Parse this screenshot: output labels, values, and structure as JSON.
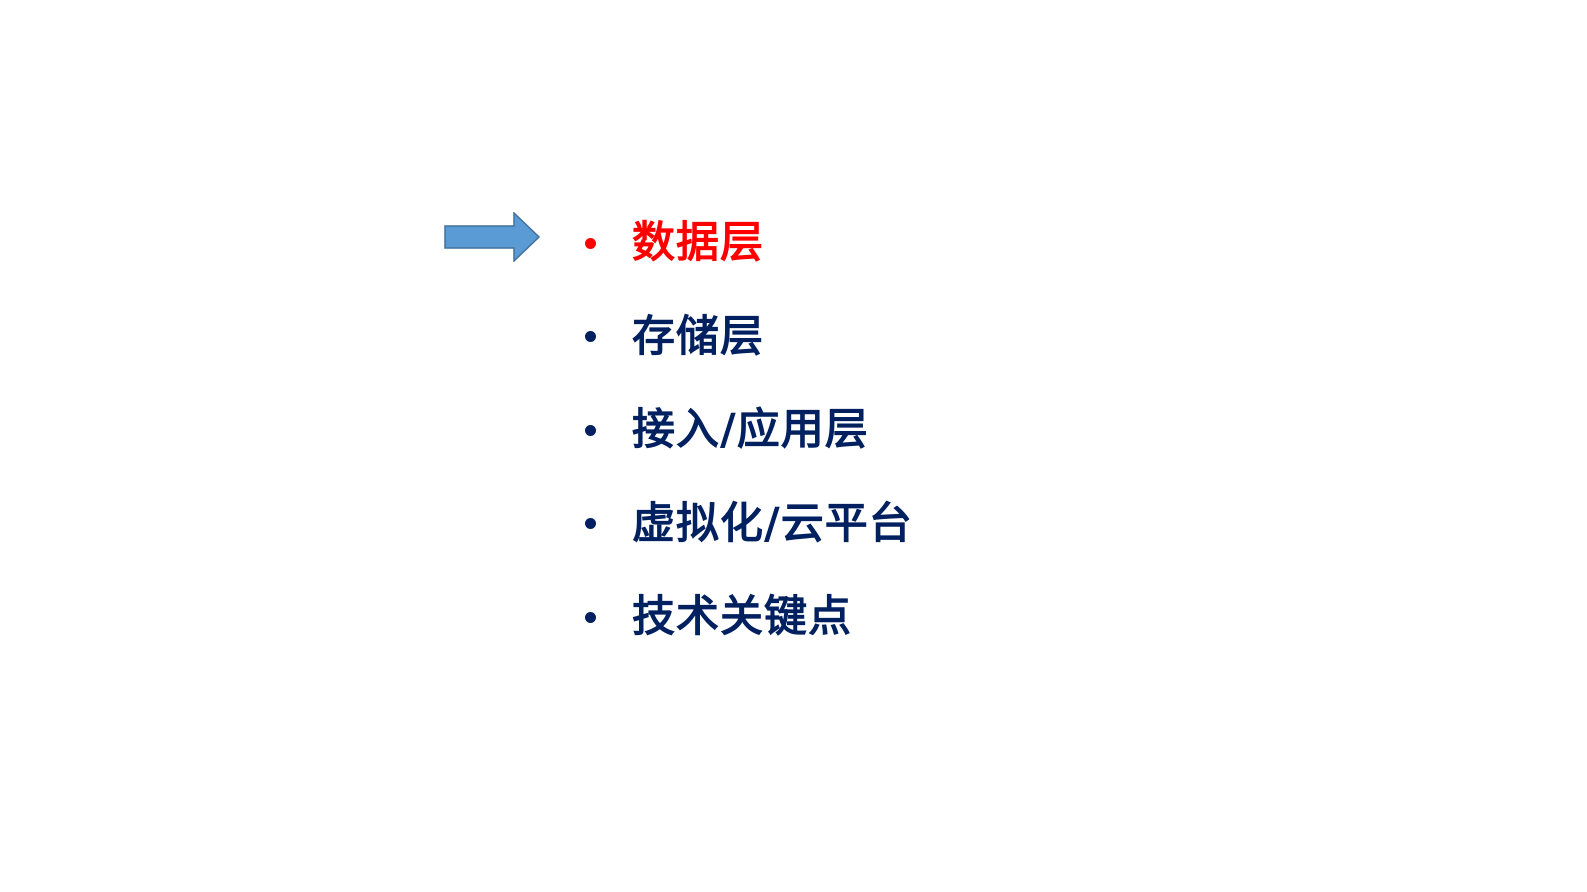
{
  "slide": {
    "colors": {
      "active": "#FF0000",
      "normal": "#002060",
      "arrow_fill": "#5B9BD5",
      "arrow_stroke": "#41719C"
    },
    "pointer": {
      "icon": "right-arrow-icon",
      "points_to_index": 0
    },
    "items": [
      {
        "label": "数据层",
        "active": true
      },
      {
        "label": "存储层",
        "active": false
      },
      {
        "label": "接入/应用层",
        "active": false
      },
      {
        "label": "虚拟化/云平台",
        "active": false
      },
      {
        "label": "技术关键点",
        "active": false
      }
    ]
  }
}
